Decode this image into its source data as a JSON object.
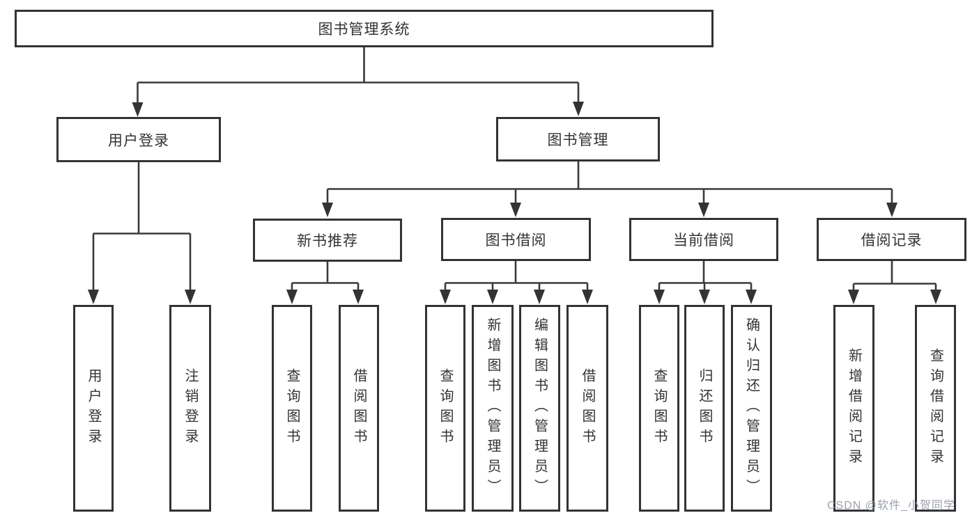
{
  "diagram_type": "hierarchy-tree",
  "tree": {
    "root": {
      "label": "图书管理系统"
    },
    "children": [
      {
        "label": "用户登录",
        "children": [
          {
            "label": "用户登录"
          },
          {
            "label": "注销登录"
          }
        ]
      },
      {
        "label": "图书管理",
        "children": [
          {
            "label": "新书推荐",
            "children": [
              {
                "label": "查询图书"
              },
              {
                "label": "借阅图书"
              }
            ]
          },
          {
            "label": "图书借阅",
            "children": [
              {
                "label": "查询图书"
              },
              {
                "label": "新增图书（管理员）"
              },
              {
                "label": "编辑图书（管理员）"
              },
              {
                "label": "借阅图书"
              }
            ]
          },
          {
            "label": "当前借阅",
            "children": [
              {
                "label": "查询图书"
              },
              {
                "label": "归还图书"
              },
              {
                "label": "确认归还（管理员）"
              }
            ]
          },
          {
            "label": "借阅记录",
            "children": [
              {
                "label": "新增借阅记录"
              },
              {
                "label": "查询借阅记录"
              }
            ]
          }
        ]
      }
    ]
  },
  "watermark": {
    "text": "CSDN @软件_小贺同学"
  },
  "colors": {
    "line": "#3a3a3a",
    "box_border": "#333333",
    "text": "#333333",
    "watermark": "#9aa0ab",
    "background": "#ffffff"
  }
}
